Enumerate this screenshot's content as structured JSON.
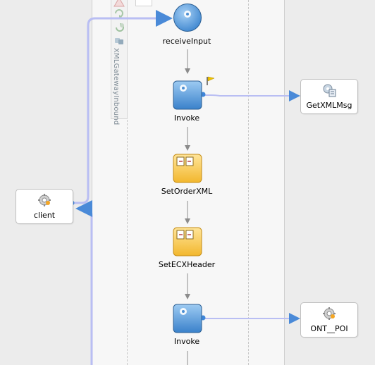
{
  "partners": {
    "client": {
      "label": "client",
      "icon": "gear-service-icon"
    },
    "getxmlmsg": {
      "label": "GetXMLMsg",
      "icon": "gear-stack-icon"
    },
    "ontpoi": {
      "label": "ONT__POI",
      "icon": "gear-service-icon"
    }
  },
  "toolstrip": {
    "label": "XMLGatewayInbound",
    "icons": [
      "warning-icon",
      "refresh-icon",
      "refresh-arrow-icon",
      "link-icon"
    ]
  },
  "activities": [
    {
      "label": "receiveInput",
      "kind": "receive",
      "icon": "gear-icon"
    },
    {
      "label": "Invoke",
      "kind": "invoke",
      "icon": "gear-icon",
      "flag": "flag-icon"
    },
    {
      "label": "SetOrderXML",
      "kind": "assign",
      "icon": "assign-icon"
    },
    {
      "label": "SetECXHeader",
      "kind": "assign",
      "icon": "assign-icon"
    },
    {
      "label": "Invoke",
      "kind": "invoke",
      "icon": "gear-icon"
    }
  ],
  "colors": {
    "link": "#b9bef3",
    "link_arrow": "#4a8ad8",
    "activity_blue": "#5fa3de",
    "activity_orange": "#f7c648",
    "flow_arrow": "#8c8c8c",
    "flag": "#f0c200"
  }
}
